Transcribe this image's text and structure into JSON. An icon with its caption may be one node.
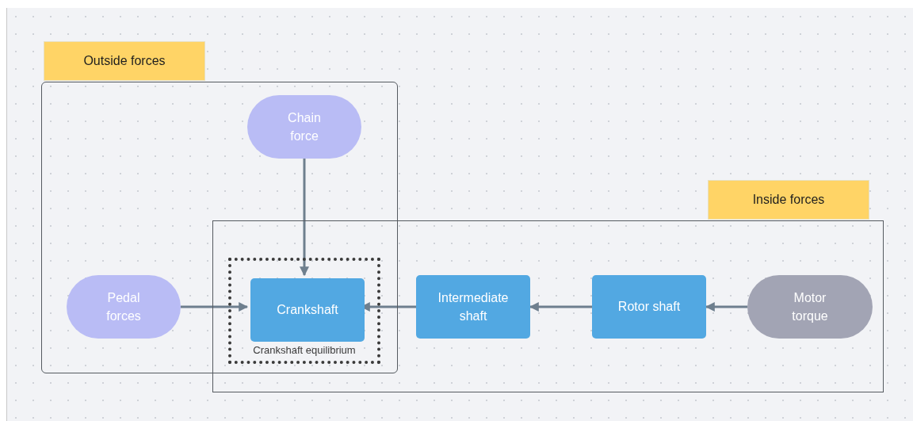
{
  "diagram": {
    "nodes": [
      {
        "text": [
          "Outside forces"
        ]
      },
      {
        "text": [
          "Chain force"
        ],
        "in": 0
      },
      {
        "text": [
          "Pedal forces"
        ],
        "in": 0
      },
      {
        "text": [
          "Inside forces"
        ]
      },
      {
        "text": [
          "Crankshaft equilibrium"
        ]
      },
      {
        "text": [
          "Crankshaft"
        ],
        "in": 4
      },
      {
        "text": [
          "Intermediate shaft"
        ],
        "in": 3
      },
      {
        "text": [
          "Rotor shaft"
        ],
        "in": 3
      },
      {
        "text": [
          "Motor torque"
        ],
        "in": 3
      }
    ],
    "edges": [
      {
        "from": 1,
        "to": 5,
        "arrow": "to"
      },
      {
        "from": 2,
        "to": 5,
        "arrow": "to"
      },
      {
        "from": 6,
        "to": 5,
        "arrow": "to"
      },
      {
        "from": 7,
        "to": 6,
        "arrow": "to"
      },
      {
        "from": 8,
        "to": 7,
        "arrow": "to"
      }
    ]
  }
}
